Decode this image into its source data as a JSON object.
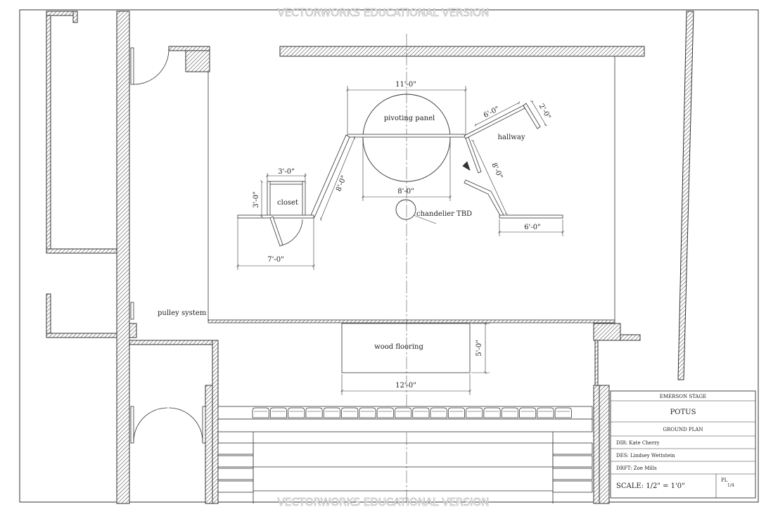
{
  "watermark": {
    "top": "VECTORWORKS EDUCATIONAL VERSION",
    "bottom": "VECTORWORKS EDUCATIONAL VERSION"
  },
  "labels": {
    "pivoting_panel": "pivoting panel",
    "hallway": "hallway",
    "closet": "closet",
    "chandelier": "chandelier TBD",
    "pulley_system": "pulley system",
    "wood_flooring": "wood flooring"
  },
  "dimensions": {
    "panel_top": "11'-0\"",
    "panel_bottom": "8'-0\"",
    "closet_width": "3'-0\"",
    "closet_depth": "3'-0\"",
    "closet_span": "7'-0\"",
    "left_wall": "8'-0\"",
    "hallway_top": "6'-0\"",
    "hallway_end": "2'-0\"",
    "hallway_side": "8'-0\"",
    "hallway_bottom": "6'-0\"",
    "floor_width": "12'-0\"",
    "floor_depth": "5'-0\""
  },
  "title_block": {
    "company": "EMERSON STAGE",
    "show": "POTUS",
    "sheet": "GROUND PLAN",
    "director": "DIR: Kate Cherry",
    "designer": "DES: Lindsey Wettstein",
    "drafter": "DRFT: Zoe Mills",
    "scale": "SCALE: 1/2\" = 1'0\"",
    "plate": "PL",
    "plate_num": "1/4"
  },
  "seating": {
    "seat_count": 18
  }
}
